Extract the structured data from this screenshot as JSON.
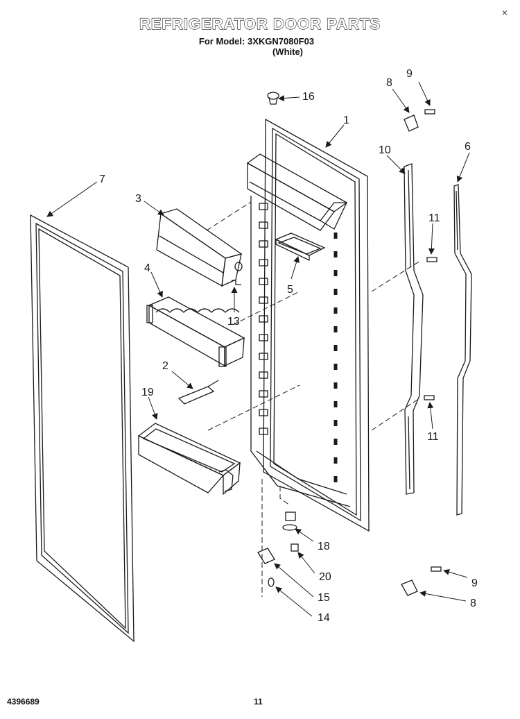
{
  "header": {
    "title": "REFRIGERATOR DOOR PARTS",
    "model_line": "For Model: 3XKGN7080F03",
    "variant": "(White)",
    "close_glyph": "×"
  },
  "callouts": [
    {
      "id": "c16",
      "text": "16"
    },
    {
      "id": "c1",
      "text": "1"
    },
    {
      "id": "c8a",
      "text": "8"
    },
    {
      "id": "c9a",
      "text": "9"
    },
    {
      "id": "c10",
      "text": "10"
    },
    {
      "id": "c6",
      "text": "6"
    },
    {
      "id": "c7",
      "text": "7"
    },
    {
      "id": "c3",
      "text": "3"
    },
    {
      "id": "c11a",
      "text": "11"
    },
    {
      "id": "c4",
      "text": "4"
    },
    {
      "id": "c5",
      "text": "5"
    },
    {
      "id": "c13",
      "text": "13"
    },
    {
      "id": "c2",
      "text": "2"
    },
    {
      "id": "c19",
      "text": "19"
    },
    {
      "id": "c11b",
      "text": "11"
    },
    {
      "id": "c18",
      "text": "18"
    },
    {
      "id": "c20",
      "text": "20"
    },
    {
      "id": "c15",
      "text": "15"
    },
    {
      "id": "c14",
      "text": "14"
    },
    {
      "id": "c9b",
      "text": "9"
    },
    {
      "id": "c8b",
      "text": "8"
    }
  ],
  "footer": {
    "part_number": "4396689",
    "page_number": "11"
  },
  "colors": {
    "line": "#1a1a1a",
    "background": "#ffffff"
  }
}
